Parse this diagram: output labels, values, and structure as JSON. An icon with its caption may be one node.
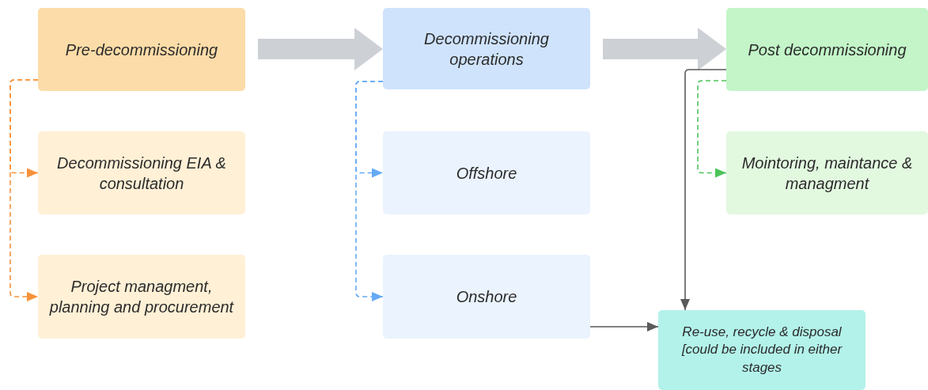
{
  "diagram": {
    "nodes": [
      {
        "text": [
          "Pre-decommissioning"
        ]
      },
      {
        "text": [
          "Decommissioning EIA & consultation"
        ]
      },
      {
        "text": [
          "Project managment, planning and procurement"
        ]
      },
      {
        "text": [
          "Decommissioning operations"
        ]
      },
      {
        "text": [
          "Offshore"
        ]
      },
      {
        "text": [
          "Onshore"
        ]
      },
      {
        "text": [
          "Post decommissioning"
        ]
      },
      {
        "text": [
          "Mointoring, maintance & managment"
        ]
      },
      {
        "text": [
          "Re-use, recycle & disposal [could be included in either stages"
        ]
      }
    ],
    "edges": [
      {
        "from": 0,
        "to": 3,
        "arrow": "to",
        "style": "thick",
        "color": "#cdd1d6"
      },
      {
        "from": 3,
        "to": 6,
        "arrow": "to",
        "style": "thick",
        "color": "#cdd1d6"
      },
      {
        "from": 0,
        "to": 1,
        "arrow": "to",
        "style": "dashed",
        "color": "#f7923a"
      },
      {
        "from": 0,
        "to": 2,
        "arrow": "to",
        "style": "dashed",
        "color": "#f7923a"
      },
      {
        "from": 3,
        "to": 4,
        "arrow": "to",
        "style": "dashed",
        "color": "#66aaf5"
      },
      {
        "from": 3,
        "to": 5,
        "arrow": "to",
        "style": "dashed",
        "color": "#66aaf5"
      },
      {
        "from": 6,
        "to": 7,
        "arrow": "to",
        "style": "dashed",
        "color": "#4cc35a"
      },
      {
        "from": 6,
        "to": 8,
        "arrow": "to",
        "color": "#5a5a5a"
      },
      {
        "from": 5,
        "to": 8,
        "arrow": "to",
        "color": "#5a5a5a"
      }
    ]
  }
}
